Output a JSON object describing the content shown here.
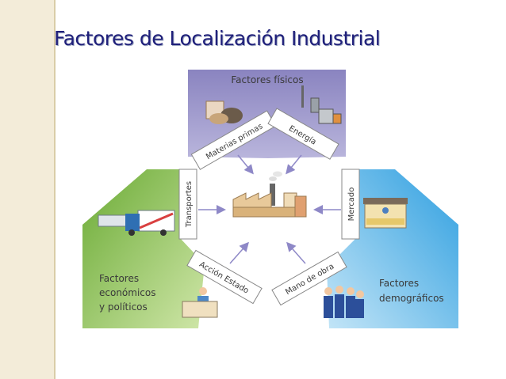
{
  "title": "Factores de Localización Industrial",
  "diagram": {
    "groups": {
      "fisicos": "Factores físicos",
      "economicos": [
        "Factores",
        "económicos",
        "y políticos"
      ],
      "demograficos": [
        "Factores",
        "demográficos"
      ]
    },
    "tabs": {
      "materias_primas": "Materias primas",
      "energia": "Energía",
      "transportes": "Transportes",
      "mercado": "Mercado",
      "accion_estado": "Acción Estado",
      "mano_de_obra": "Mano de obra"
    }
  },
  "colors": {
    "title": "#1f1f7a",
    "fisicos": "#9a95c6",
    "economicos": "#7cb848",
    "demograficos": "#3fa8e0",
    "arrow": "#8e88c7",
    "tab_border": "#888888"
  }
}
